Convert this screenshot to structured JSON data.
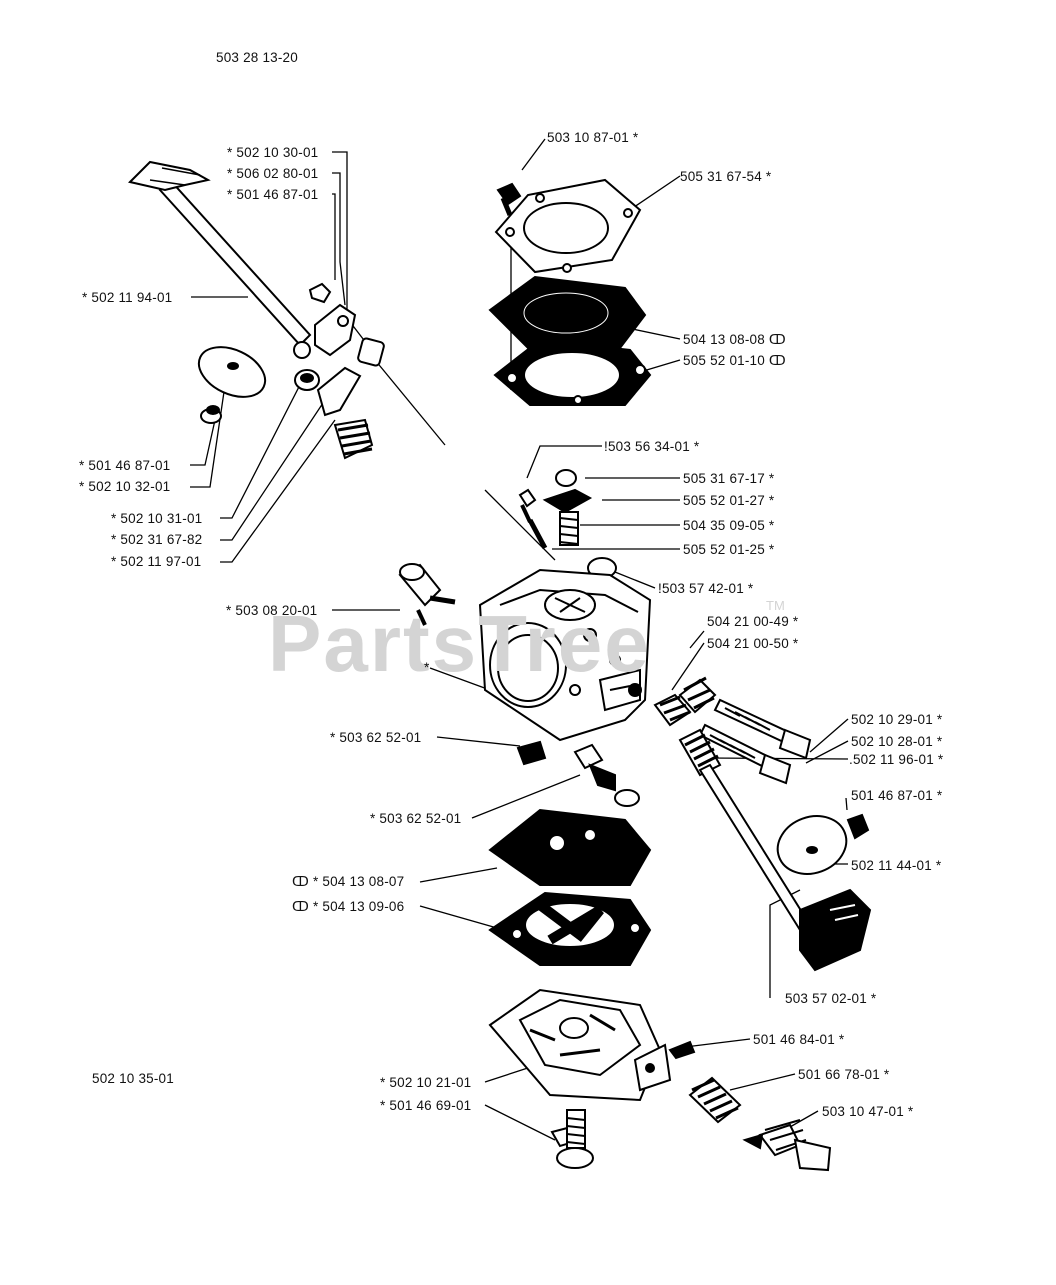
{
  "header": {
    "part_number": "503 28 13-20"
  },
  "footer": {
    "part_number": "502 10 35-01"
  },
  "watermark": {
    "text": "PartsTree",
    "tm": "TM"
  },
  "labels": {
    "l01": "503 10 87-01  *",
    "l02": "505 31 67-54  *",
    "l03": "*  502 10 30-01",
    "l04": "*  506 02 80-01",
    "l05": "*  501 46 87-01",
    "l06": "*  502 11 94-01",
    "l07": "504 13 08-08 ↀ",
    "l08": "505 52 01-10 ↀ",
    "l09": "*  501 46 87-01",
    "l10": "*  502 10 32-01",
    "l11": "!503 56 34-01  *",
    "l12": "505 31 67-17  *",
    "l13": "505 52 01-27  *",
    "l14": "*  502 10 31-01",
    "l15": "504 35 09-05  *",
    "l16": "*  502 31 67-82",
    "l17": "505 52 01-25  *",
    "l18": "*  502 11 97-01",
    "l19": "!503 57 42-01  *",
    "l20": "*  503 08 20-01",
    "l21": "504 21 00-49  *",
    "l22": "504 21 00-50  *",
    "l23": "*",
    "l24": "502 10 29-01  *",
    "l25": "*  503 62 52-01",
    "l26": "502 10 28-01  *",
    "l27": ".502 11 96-01  *",
    "l28": "501 46 87-01  *",
    "l29": "*  503 62 52-01",
    "l30": "502 11 44-01  *",
    "l31": "ↀ  *  504 13 08-07",
    "l32": "ↀ  *  504 13 09-06",
    "l33": "503 57 02-01  *",
    "l34": "501 46 84-01  *",
    "l35": "*  502 10 21-01",
    "l36": "501 66 78-01  *",
    "l37": "*  501 46 69-01",
    "l38": "503 10 47-01  *"
  }
}
